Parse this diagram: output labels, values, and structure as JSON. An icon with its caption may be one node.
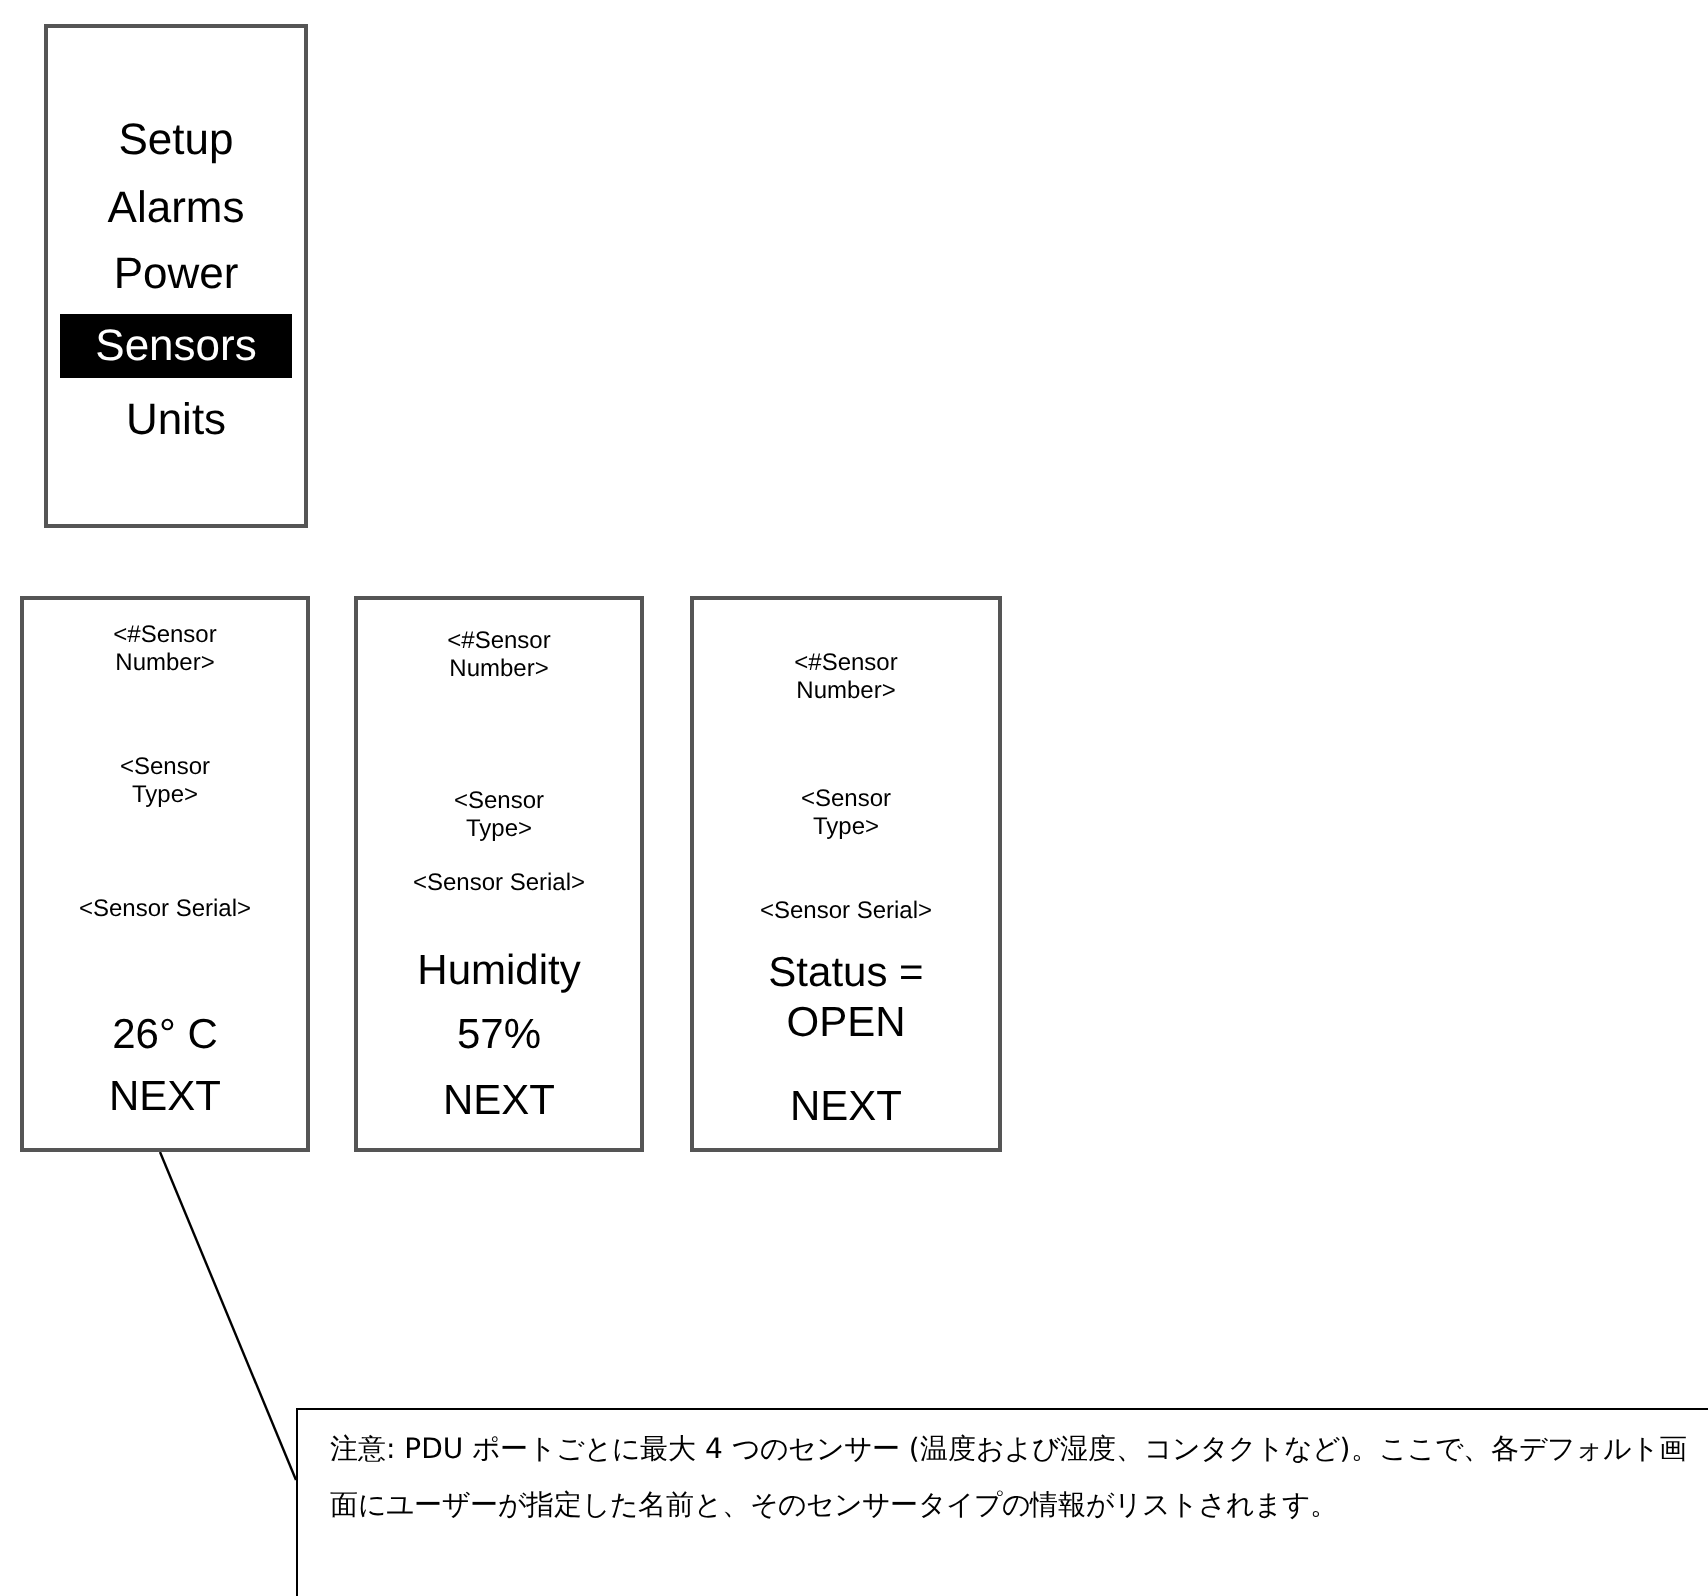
{
  "diagram": {
    "nodes": [
      {
        "text": [
          "Setup",
          "Alarms",
          "Power",
          "Sensors",
          "Units"
        ]
      },
      {
        "text": [
          "<#Sensor Number>",
          "<Sensor Type>",
          "<Sensor Serial>",
          "26° C",
          "NEXT"
        ]
      },
      {
        "text": [
          "<#Sensor Number>",
          "<Sensor Type>",
          "<Sensor Serial>",
          "Humidity",
          "57%",
          "NEXT"
        ]
      },
      {
        "text": [
          "<#Sensor Number>",
          "<Sensor Type>",
          "<Sensor Serial>",
          "Status = OPEN",
          "NEXT"
        ]
      },
      {
        "text": [
          "注意: PDU ポートごとに最大 4 つのセンサー (温度および湿度、コンタクトなど)。ここで、各デフォルト画面にユーザーが指定した名前と、そのセンサータイプの情報がリストされます。"
        ]
      }
    ],
    "edges": [
      {
        "from": 4,
        "to": 1,
        "arrow": "none"
      }
    ]
  }
}
